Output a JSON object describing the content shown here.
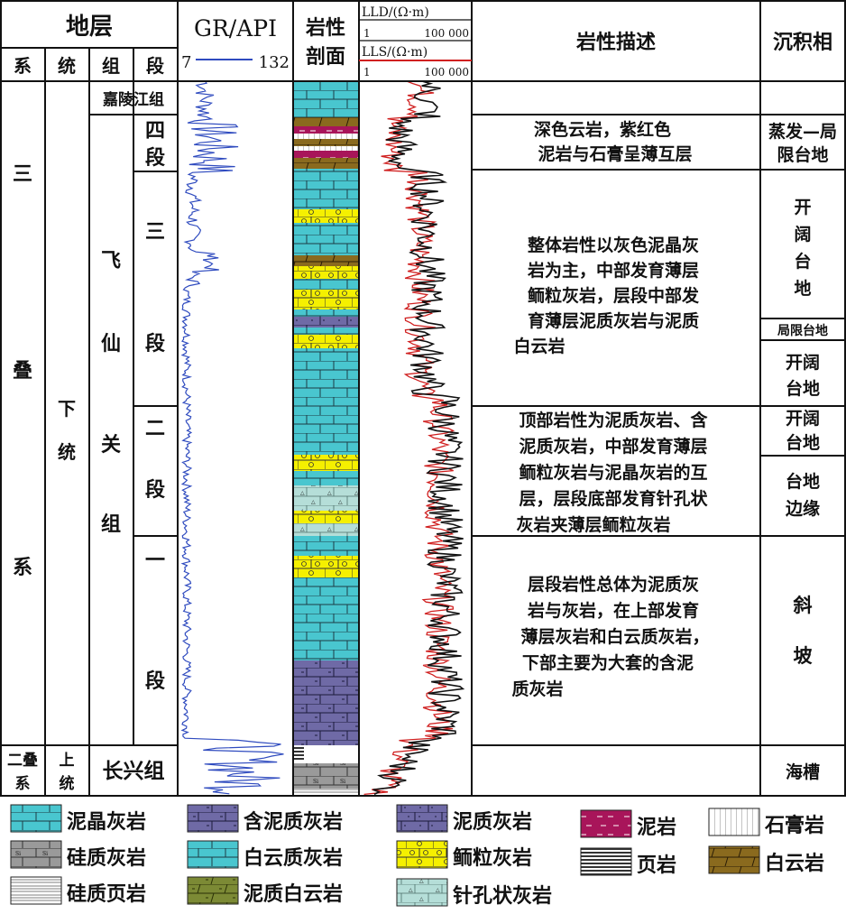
{
  "header": {
    "stratum": "地层",
    "system": "系",
    "series": "统",
    "group": "组",
    "member": "段",
    "gr_title": "GR/API",
    "gr_min": "7",
    "gr_max": "132",
    "litho_title_1": "岩性",
    "litho_title_2": "剖面",
    "lld_title": "LLD/(Ω·m)",
    "lld_min": "1",
    "lld_max": "100 000",
    "lls_title": "LLS/(Ω·m)",
    "lls_min": "1",
    "lls_max": "100 000",
    "description": "岩性描述",
    "facies": "沉积相"
  },
  "strata": {
    "triassic_chars": [
      "三",
      "叠",
      "系"
    ],
    "lower_series_chars": [
      "下",
      "统"
    ],
    "jialingjiang": "嘉陵江组",
    "feixianguan_chars": [
      "飞",
      "仙",
      "关",
      "组"
    ],
    "member4": [
      "四",
      "段"
    ],
    "member3": [
      "三",
      "段"
    ],
    "member2": [
      "二",
      "段"
    ],
    "member1": [
      "一",
      "段"
    ],
    "permian_chars": [
      "二叠",
      "系"
    ],
    "upper_series_chars": [
      "上",
      "统"
    ],
    "changxing": "长兴组"
  },
  "descriptions": {
    "member4": [
      "深色云岩，紫红色",
      "泥岩与石膏呈薄互层"
    ],
    "member3": [
      "整体岩性以灰色泥晶灰",
      "岩为主，中部发育薄层",
      "鲕粒灰岩，层段中部发",
      "育薄层泥质灰岩与泥质",
      "白云岩"
    ],
    "member2": [
      "顶部岩性为泥质灰岩、含",
      "泥质灰岩，中部发育薄层",
      "鲕粒灰岩与泥晶灰岩的互",
      "层，层段底部发育针孔状",
      "灰岩夹薄层鲕粒灰岩"
    ],
    "member1": [
      "层段岩性总体为泥质灰",
      "岩与灰岩，在上部发育",
      "薄层灰岩和白云质灰岩，",
      "下部主要为大套的含泥",
      "质灰岩"
    ]
  },
  "facies": {
    "evaporitic": [
      "蒸发—局",
      "限台地"
    ],
    "open1": [
      "开",
      "阔",
      "台",
      "地"
    ],
    "restricted": "局限台地",
    "open2": [
      "开阔",
      "台地"
    ],
    "open3": [
      "开阔",
      "台地"
    ],
    "margin": [
      "台地",
      "边缘"
    ],
    "slope": [
      "斜",
      "坡"
    ],
    "trough": "海槽"
  },
  "legend": [
    {
      "label": "泥晶灰岩",
      "pattern": "micritic-limestone"
    },
    {
      "label": "含泥质灰岩",
      "pattern": "argillaceous-bearing-limestone"
    },
    {
      "label": "泥质灰岩",
      "pattern": "argillaceous-limestone"
    },
    {
      "label": "泥岩",
      "pattern": "mudstone"
    },
    {
      "label": "石膏岩",
      "pattern": "gypsum"
    },
    {
      "label": "硅质灰岩",
      "pattern": "siliceous-limestone"
    },
    {
      "label": "白云质灰岩",
      "pattern": "dolomitic-limestone"
    },
    {
      "label": "鲕粒灰岩",
      "pattern": "oolitic-limestone"
    },
    {
      "label": "页岩",
      "pattern": "shale"
    },
    {
      "label": "白云岩",
      "pattern": "dolomite"
    },
    {
      "label": "硅质页岩",
      "pattern": "siliceous-shale"
    },
    {
      "label": "泥质白云岩",
      "pattern": "argillaceous-dolomite"
    },
    {
      "label": "针孔状灰岩",
      "pattern": "pinhole-limestone"
    }
  ],
  "colors": {
    "gr_curve": "#2f4bbf",
    "lld_curve": "#111111",
    "lls_curve": "#d02020",
    "micrite": "#49c6cf",
    "argillaceous": "#6f6aa6",
    "oolite": "#f5f000",
    "mudstone": "#a8155a",
    "dolomite": "#8a6a1e",
    "siliceous": "#9a9a9a",
    "arg_dolomite": "#7c8a35",
    "pinhole": "#b5ded8"
  }
}
